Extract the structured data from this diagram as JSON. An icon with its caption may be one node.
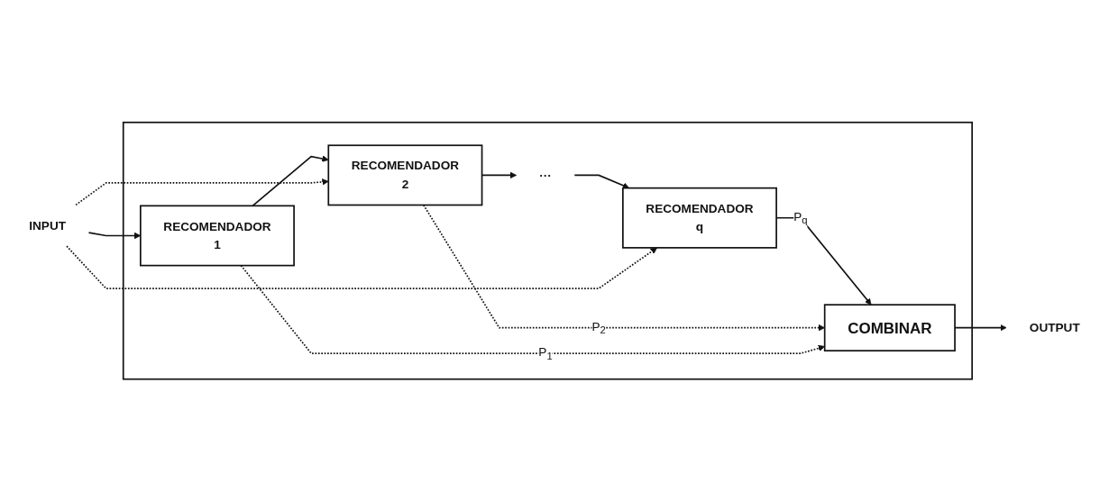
{
  "diagram": {
    "nodes": [
      {
        "text": [
          "INPUT"
        ]
      },
      {
        "text": [],
        "shape": "box"
      },
      {
        "text": [
          "RECOMENDADOR",
          "1"
        ],
        "in": 1
      },
      {
        "text": [
          "RECOMENDADOR",
          "2"
        ],
        "in": 1
      },
      {
        "text": [
          "···"
        ],
        "in": 1
      },
      {
        "text": [
          "RECOMENDADOR",
          "q"
        ],
        "in": 1
      },
      {
        "text": [
          "COMBINAR"
        ],
        "in": 1
      },
      {
        "text": [
          "OUTPUT"
        ]
      }
    ],
    "edges": [
      {
        "from": 0,
        "to": 2,
        "arrow": "to"
      },
      {
        "from": 2,
        "to": 3,
        "arrow": "to"
      },
      {
        "from": 3,
        "to": 4,
        "arrow": "to"
      },
      {
        "from": 4,
        "to": 5,
        "arrow": "to"
      },
      {
        "from": 5,
        "to": 6,
        "arrow": "to",
        "label": "P$_{q}$"
      },
      {
        "from": 6,
        "to": 7,
        "arrow": "to"
      },
      {
        "from": 0,
        "to": 3,
        "arrow": "to",
        "style": "dashed"
      },
      {
        "from": 0,
        "to": 5,
        "arrow": "to",
        "style": "dashed"
      },
      {
        "from": 3,
        "to": 6,
        "arrow": "to",
        "style": "dashed",
        "label": "P$_{2}$"
      },
      {
        "from": 2,
        "to": 6,
        "arrow": "to",
        "style": "dashed",
        "label": "P$_{1}$"
      }
    ]
  }
}
